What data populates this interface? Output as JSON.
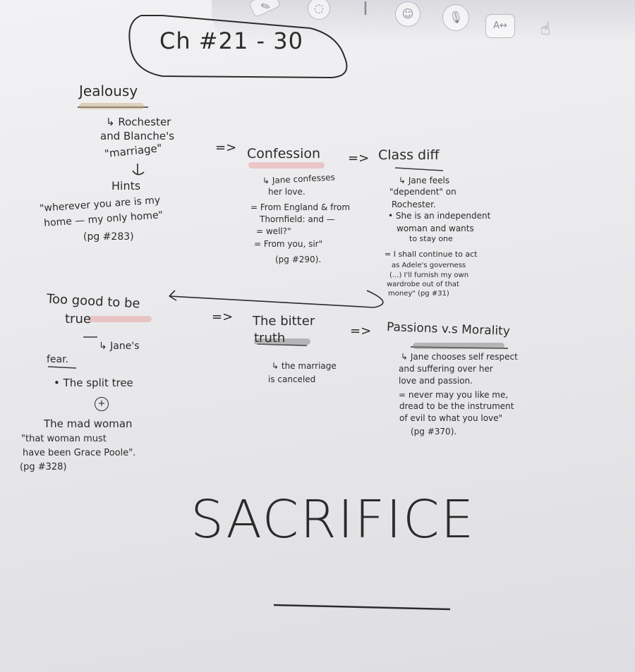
{
  "title": "Ch #21 - 30",
  "left_top": {
    "heading": "Jealousy",
    "sub": [
      "↳ Rochester",
      "and Blanche's",
      "\"marriage\""
    ],
    "hints": "Hints",
    "quote": [
      "\"wherever you are is my",
      "home — my only home\"",
      "(pg #283)"
    ]
  },
  "confession": {
    "heading": "Confession",
    "lines": [
      "↳ Jane confesses",
      "her love.",
      "= From England & from",
      "Thornfield: and —",
      "= well?\"",
      "= From you, sir\"",
      "(pg #290)."
    ]
  },
  "class_diff": {
    "heading": "Class diff",
    "lines": [
      "↳ Jane feels",
      "\"dependent\" on",
      "Rochester.",
      "• She is an independent",
      "woman and wants",
      "to stay one"
    ],
    "quote": [
      "= I shall continue to act",
      "as Adele's governess",
      "(...) I'll furnish my own",
      "wardrobe out of that",
      "money\" (pg #31)"
    ]
  },
  "too_good": {
    "heading": [
      "Too good to be",
      "true"
    ],
    "sub": [
      "↳ Jane's",
      "fear."
    ],
    "bullet": "• The split tree",
    "plus": "+",
    "mad_woman": "The mad woman",
    "quote": [
      "\"that woman must",
      "have been Grace Poole\".",
      "(pg #328)"
    ]
  },
  "bitter_truth": {
    "heading": [
      "The bitter",
      "truth"
    ],
    "lines": [
      "↳ the marriage",
      "is canceled"
    ]
  },
  "passions": {
    "heading": "Passions v.s Morality",
    "lines": [
      "↳ Jane chooses self respect",
      "and suffering over her",
      "love and passion."
    ],
    "quote": [
      "= never may you like me,",
      "dread to be the instrument",
      "of evil to what you love\"",
      "(pg #370)."
    ]
  },
  "arrows": [
    "=>",
    "=>",
    "=>",
    "=>"
  ],
  "theme_word": "SACRIFICE",
  "toolbar_icons": [
    "pencil-icon",
    "lasso-icon",
    "text-cursor-icon",
    "emoji-icon",
    "microphone-icon",
    "translate-icon",
    "hand-icon"
  ]
}
